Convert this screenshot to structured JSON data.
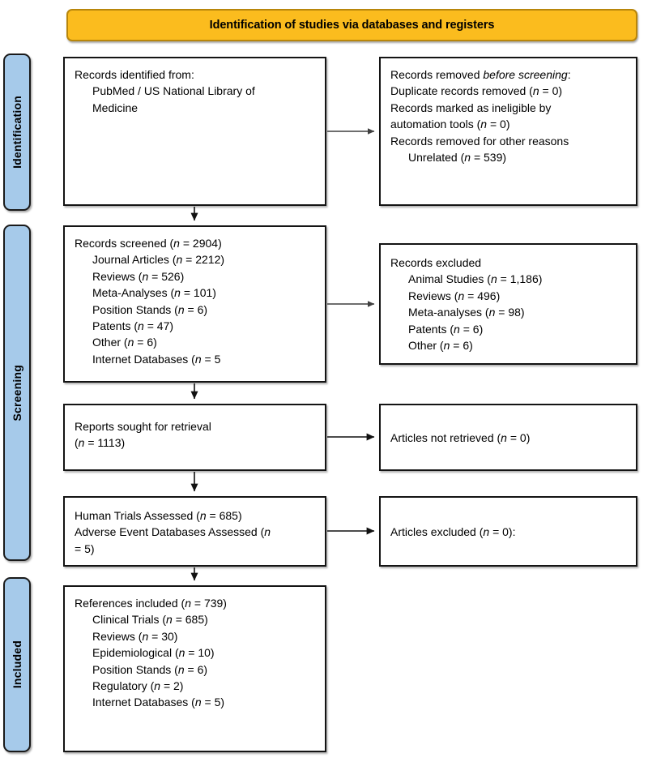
{
  "header": {
    "title": "Identification of studies via databases and registers",
    "background_color": "#FBBC1E",
    "border_color": "#B8860B"
  },
  "stages": [
    {
      "id": "identification",
      "label": "Identification",
      "color": "#A6CAEA"
    },
    {
      "id": "screening",
      "label": "Screening",
      "color": "#A6CAEA"
    },
    {
      "id": "included",
      "label": "Included",
      "color": "#A6CAEA"
    }
  ],
  "boxes": {
    "identified": {
      "name": "records-identified-from",
      "lines": [
        {
          "text": "Records identified from:",
          "indent": 0
        },
        {
          "text": "PubMed / US National Library of",
          "indent": 1
        },
        {
          "text": "Medicine",
          "indent": 1
        }
      ]
    },
    "removed": {
      "name": "records-removed-before-screening",
      "lines": [
        {
          "text": "Records removed before screening:",
          "indent": 0,
          "italic_part": "before screening"
        },
        {
          "text": "Duplicate records removed (n = 0)",
          "indent": 0
        },
        {
          "text": "Records marked as ineligible by",
          "indent": 0
        },
        {
          "text": "automation tools (n = 0)",
          "indent": 0
        },
        {
          "text": "Records removed for other reasons",
          "indent": 0
        },
        {
          "text": "Unrelated (n = 539)",
          "indent": 1
        }
      ]
    },
    "screened": {
      "name": "records-screened",
      "lines": [
        {
          "text": "Records screened (n = 2904)",
          "indent": 0
        },
        {
          "text": "Journal Articles (n = 2212)",
          "indent": 1
        },
        {
          "text": "Reviews (n = 526)",
          "indent": 1
        },
        {
          "text": "Meta-Analyses (n = 101)",
          "indent": 1
        },
        {
          "text": "Position Stands (n = 6)",
          "indent": 1
        },
        {
          "text": "Patents (n = 47)",
          "indent": 1
        },
        {
          "text": "Other (n = 6)",
          "indent": 1
        },
        {
          "text": "Internet Databases (n = 5",
          "indent": 1
        }
      ]
    },
    "excluded": {
      "name": "records-excluded",
      "lines": [
        {
          "text": "Records excluded",
          "indent": 0
        },
        {
          "text": "Animal Studies (n = 1,186)",
          "indent": 1
        },
        {
          "text": "Reviews (n = 496)",
          "indent": 1
        },
        {
          "text": "Meta-analyses (n = 98)",
          "indent": 1
        },
        {
          "text": "Patents (n = 6)",
          "indent": 1
        },
        {
          "text": "Other (n = 6)",
          "indent": 1
        }
      ]
    },
    "sought": {
      "name": "reports-sought-for-retrieval",
      "lines": [
        {
          "text": "Reports sought for retrieval",
          "indent": 0
        },
        {
          "text": "(n = 1113)",
          "indent": 0
        }
      ]
    },
    "not_retrieved": {
      "name": "articles-not-retrieved",
      "lines": [
        {
          "text": "Articles not retrieved (n = 0)",
          "indent": 0
        }
      ]
    },
    "assessed": {
      "name": "human-trials-assessed",
      "lines": [
        {
          "text": "Human Trials Assessed (n = 685)",
          "indent": 0
        },
        {
          "text": "Adverse Event Databases Assessed  (n",
          "indent": 0
        },
        {
          "text": "= 5)",
          "indent": 0
        }
      ]
    },
    "articles_excluded": {
      "name": "articles-excluded",
      "lines": [
        {
          "text": "Articles excluded (n = 0):",
          "indent": 0
        }
      ]
    },
    "included": {
      "name": "references-included",
      "lines": [
        {
          "text": "References included (n = 739)",
          "indent": 0
        },
        {
          "text": "Clinical Trials (n = 685)",
          "indent": 1
        },
        {
          "text": "Reviews (n = 30)",
          "indent": 1
        },
        {
          "text": "Epidemiological (n = 10)",
          "indent": 1
        },
        {
          "text": "Position Stands (n = 6)",
          "indent": 1
        },
        {
          "text": "Regulatory (n = 2)",
          "indent": 1
        },
        {
          "text": "Internet Databases (n = 5)",
          "indent": 1
        }
      ]
    }
  },
  "connectors": [
    {
      "name": "arrow-identified-to-removed",
      "direction": "right"
    },
    {
      "name": "arrow-identified-to-screened",
      "direction": "down"
    },
    {
      "name": "arrow-screened-to-excluded",
      "direction": "right"
    },
    {
      "name": "arrow-screened-to-sought",
      "direction": "down"
    },
    {
      "name": "arrow-sought-to-not-retrieved",
      "direction": "right"
    },
    {
      "name": "arrow-sought-to-assessed",
      "direction": "down"
    },
    {
      "name": "arrow-assessed-to-articles-excluded",
      "direction": "right"
    },
    {
      "name": "arrow-assessed-to-included",
      "direction": "down"
    }
  ]
}
